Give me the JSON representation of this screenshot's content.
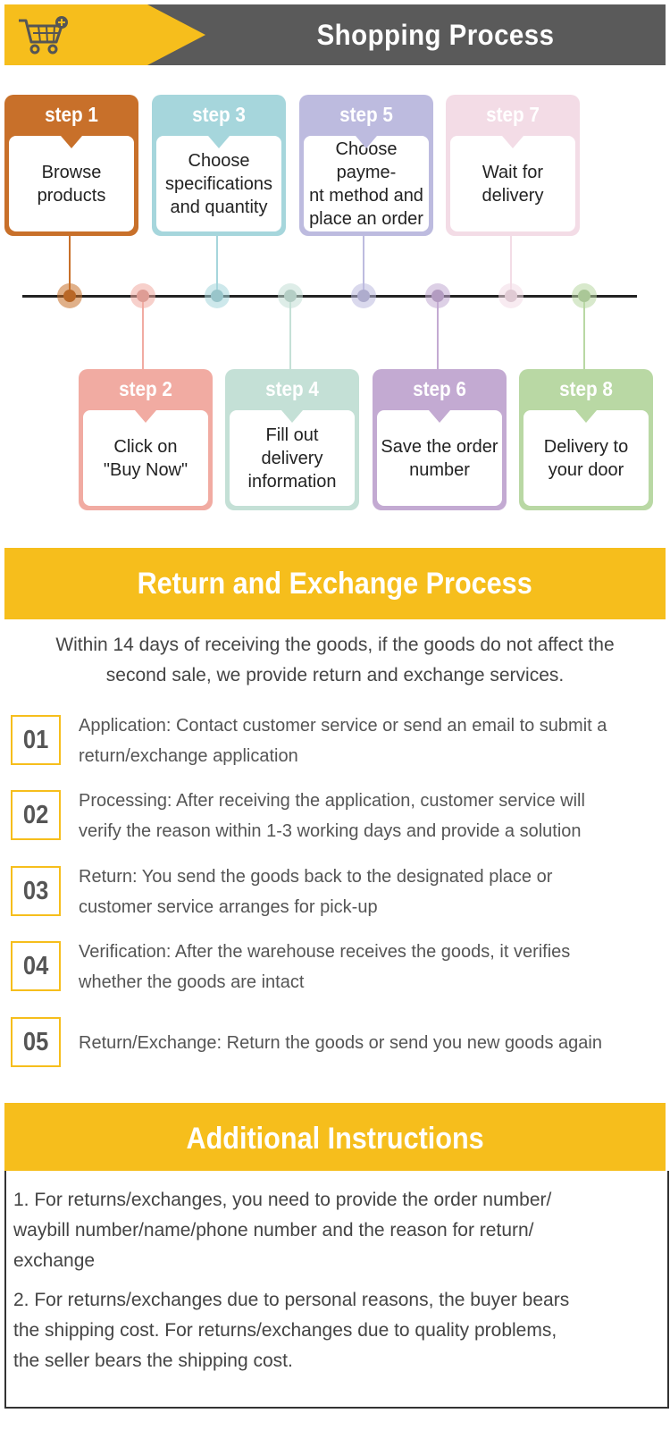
{
  "header": {
    "title": "Shopping Process",
    "cart_icon": "shopping-cart-icon"
  },
  "steps": [
    {
      "label": "step 1",
      "text": [
        "Browse",
        "products"
      ],
      "color": "#c8702a"
    },
    {
      "label": "step 2",
      "text": [
        "Click on",
        "\"Buy Now\""
      ],
      "color": "#f1aba2"
    },
    {
      "label": "step 3",
      "text": [
        "Choose",
        "specifications",
        "and quantity"
      ],
      "color": "#a6d6dc"
    },
    {
      "label": "step 4",
      "text": [
        "Fill out",
        "delivery",
        "information"
      ],
      "color": "#c4e0d6"
    },
    {
      "label": "step 5",
      "text": [
        "Choose payme-",
        "nt method and",
        "place an order"
      ],
      "color": "#bdbbdf"
    },
    {
      "label": "step 6",
      "text": [
        "Save the order",
        "number"
      ],
      "color": "#c3aad2"
    },
    {
      "label": "step 7",
      "text": [
        "Wait for",
        "delivery"
      ],
      "color": "#f3dce6"
    },
    {
      "label": "step 8",
      "text": [
        "Delivery to",
        "your door"
      ],
      "color": "#b9d8a4"
    }
  ],
  "return_section": {
    "title": "Return and Exchange Process",
    "intro": [
      "Within 14 days of receiving the goods, if the goods do not affect the",
      "second sale, we provide return and exchange services."
    ],
    "items": [
      {
        "num": "01",
        "text": [
          "Application: Contact customer service or send an email to submit a",
          "return/exchange application"
        ]
      },
      {
        "num": "02",
        "text": [
          "Processing: After receiving the application, customer service will",
          "verify the reason within 1-3 working days and provide a solution"
        ]
      },
      {
        "num": "03",
        "text": [
          "Return: You send the goods back to the designated place or",
          "customer service arranges for pick-up"
        ]
      },
      {
        "num": "04",
        "text": [
          "Verification: After the warehouse receives the goods, it verifies",
          "whether the goods are intact"
        ]
      },
      {
        "num": "05",
        "text": [
          "Return/Exchange: Return the goods or send you new goods again"
        ]
      }
    ]
  },
  "additional": {
    "title": "Additional Instructions",
    "paragraphs": [
      [
        "1. For returns/exchanges, you need to provide the order number/",
        "waybill number/name/phone number and the reason for return/",
        "exchange"
      ],
      [
        "2. For returns/exchanges due to personal reasons, the buyer bears",
        "the shipping cost. For returns/exchanges due to quality problems,",
        "the seller bears the shipping cost."
      ]
    ]
  },
  "colors": {
    "accent": "#f6be1c",
    "header_dark": "#5a5a5a"
  }
}
